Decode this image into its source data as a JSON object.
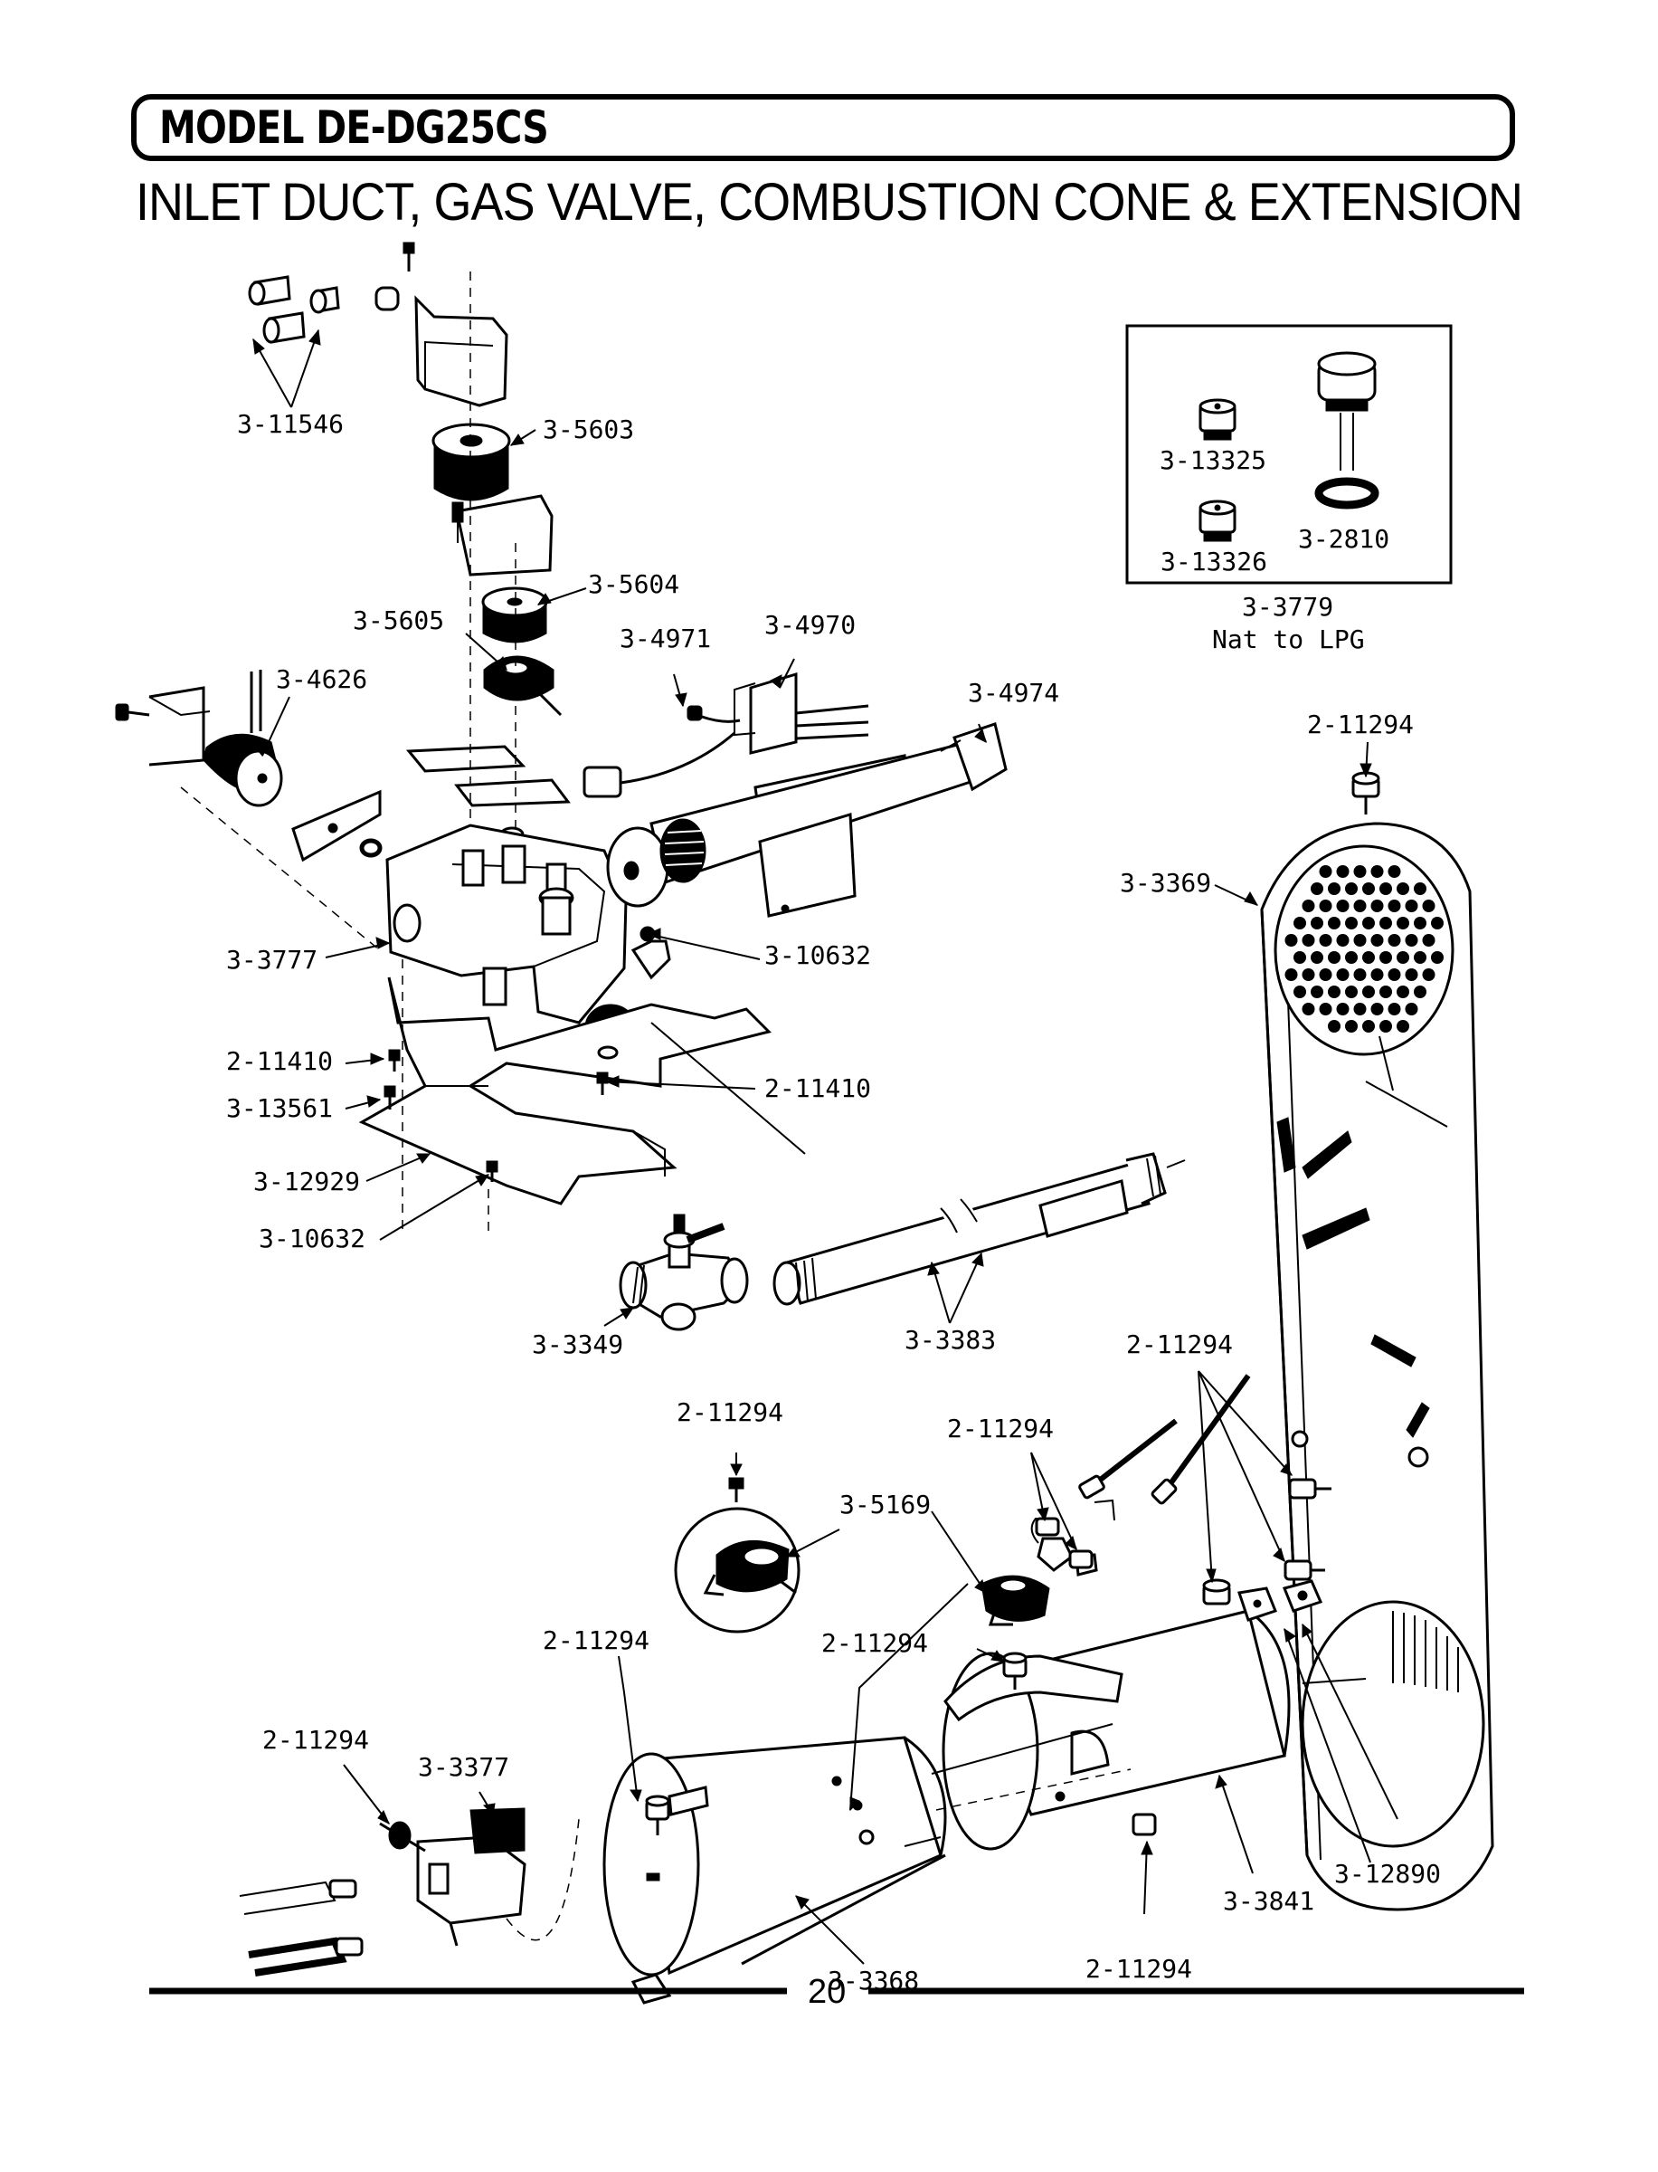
{
  "header": {
    "model": "MODEL DE-DG25CS",
    "title": "INLET DUCT, GAS VALVE, COMBUSTION CONE & EXTENSION"
  },
  "inset": {
    "parts": [
      "3-13325",
      "3-13326",
      "3-2810"
    ],
    "kit_number": "3-3779",
    "kit_desc": "Nat to LPG"
  },
  "parts": [
    "3-11546",
    "3-5603",
    "3-5604",
    "3-5605",
    "3-4971",
    "3-4970",
    "3-4626",
    "3-4974",
    "2-11294",
    "3-3369",
    "3-3777",
    "3-10632",
    "2-11410",
    "2-11410",
    "3-13561",
    "3-12929",
    "3-10632",
    "3-3349",
    "3-3383",
    "2-11294",
    "2-11294",
    "2-11294",
    "3-5169",
    "2-11294",
    "2-11294",
    "2-11294",
    "3-3377",
    "3-3368",
    "2-11294",
    "3-3841",
    "3-12890"
  ],
  "page_number": "20"
}
